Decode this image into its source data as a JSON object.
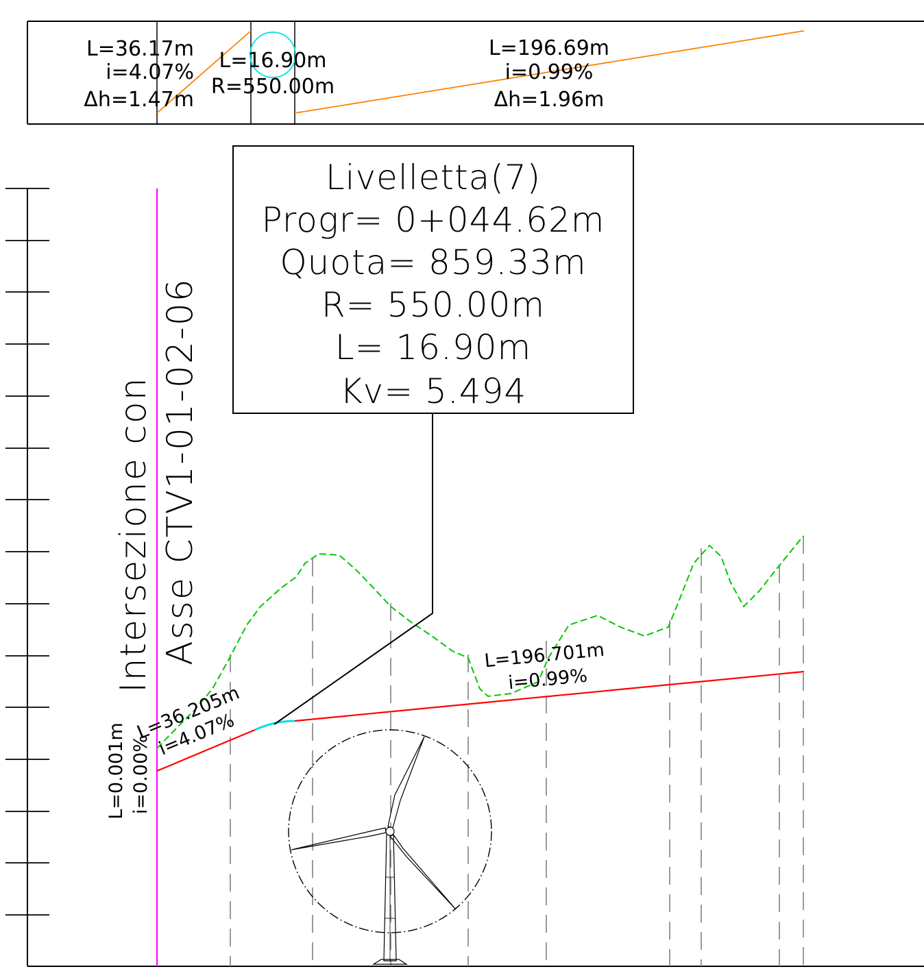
{
  "grade_band": {
    "segment_1": {
      "length": "L=36.17m",
      "slope": "i=4.07%",
      "delta_h": "Δh=1.47m"
    },
    "vertical_curve": {
      "length": "L=16.90m",
      "radius": "R=550.00m"
    },
    "segment_2": {
      "length": "L=196.69m",
      "slope": "i=0.99%",
      "delta_h": "Δh=1.96m"
    }
  },
  "callout": {
    "title": "Livelletta(7)",
    "progressive": "Progr= 0+044.62m",
    "elevation": "Quota= 859.33m",
    "radius": "R= 550.00m",
    "length": "L= 16.90m",
    "kv": "Kv= 5.494"
  },
  "intersection": {
    "line_1": "Intersezione con",
    "line_2": "Asse CTV1-01-02-06"
  },
  "profile_labels": {
    "short_segment_length": "L=0.001m",
    "short_segment_slope": "i=0.00%",
    "segment_1_length": "L=36.205m",
    "segment_1_slope": "i=4.07%",
    "segment_2_length": "L=196.701m",
    "segment_2_slope": "i=0.99%"
  },
  "colors": {
    "design_profile": "#ff0000",
    "terrain_profile": "#00c800",
    "band_grade_line": "#ff8000",
    "vertical_curve": "#00e0e0",
    "intersection_axis": "#ff00ff",
    "station_lines": "#808080",
    "linework": "#000000"
  },
  "icons": {
    "turbine": "wind-turbine-icon"
  }
}
